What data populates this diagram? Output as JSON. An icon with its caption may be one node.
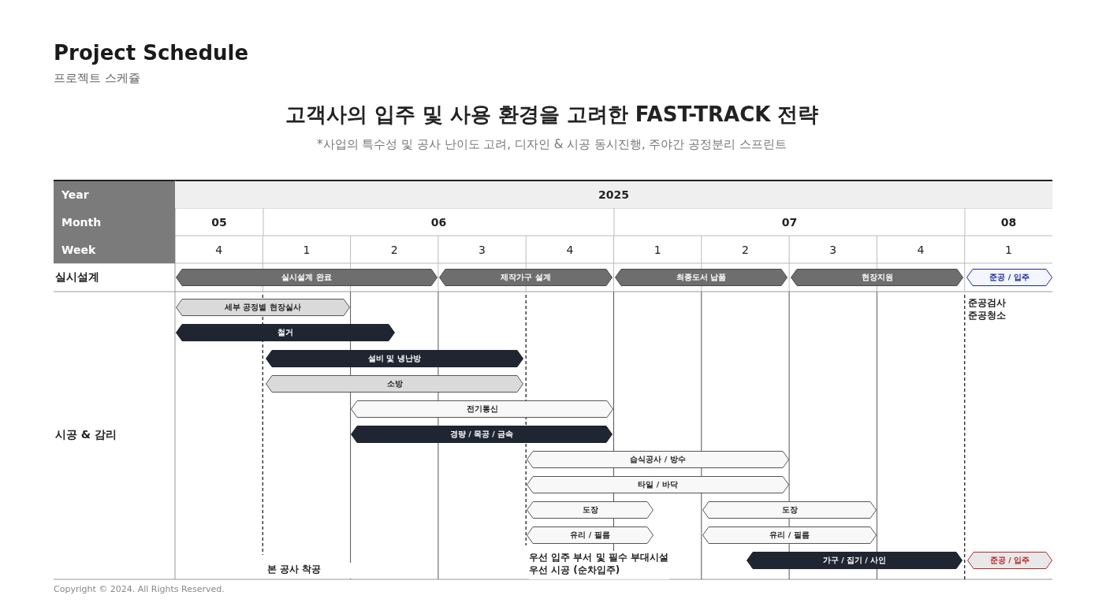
{
  "diagram": {
    "title": "Project Schedule",
    "nodes": [
      {
        "text": [
          "실시설계 완료"
        ]
      },
      {
        "text": [
          "제작가구 설계"
        ]
      },
      {
        "text": [
          "최종도서 납품"
        ]
      },
      {
        "text": [
          "현장지원"
        ]
      },
      {
        "text": [
          "준공 / 입주"
        ]
      },
      {
        "text": [
          "세부 공정별 현장실사"
        ]
      },
      {
        "text": [
          "철거"
        ]
      },
      {
        "text": [
          "설비 및 냉난방"
        ]
      },
      {
        "text": [
          "소방"
        ]
      },
      {
        "text": [
          "전기통신"
        ]
      },
      {
        "text": [
          "경량 / 목공 / 금속"
        ]
      },
      {
        "text": [
          "습식공사 / 방수"
        ]
      },
      {
        "text": [
          "타일 / 바닥"
        ]
      },
      {
        "text": [
          "도장"
        ]
      },
      {
        "text": [
          "도장"
        ]
      },
      {
        "text": [
          "유리 / 필름"
        ]
      },
      {
        "text": [
          "유리 / 필름"
        ]
      },
      {
        "text": [
          "가구 / 집기 / 사인"
        ]
      },
      {
        "text": [
          "준공 / 입주"
        ]
      }
    ],
    "labels": [
      "프로젝트 스케쥴",
      "고객사의 입주 및 사용 환경을 고려한 FAST-TRACK 전략",
      "*사업의 특수성 및 공사 난이도 고려, 디자인 & 시공 동시진행, 주야간 공정분리 스프린트",
      "Year",
      "2025",
      "Month",
      "05",
      "06",
      "07",
      "08",
      "Week",
      "4",
      "1",
      "2",
      "3",
      "4",
      "1",
      "2",
      "3",
      "4",
      "1",
      "실시설계",
      "시공 & 감리",
      "준공검사 준공청소",
      "본 공사 착공",
      "우선 입주 부서 및 필수 부대시설 우선 시공 (순차입주)",
      "Copyright © 2024. All Rights Reserved."
    ]
  }
}
